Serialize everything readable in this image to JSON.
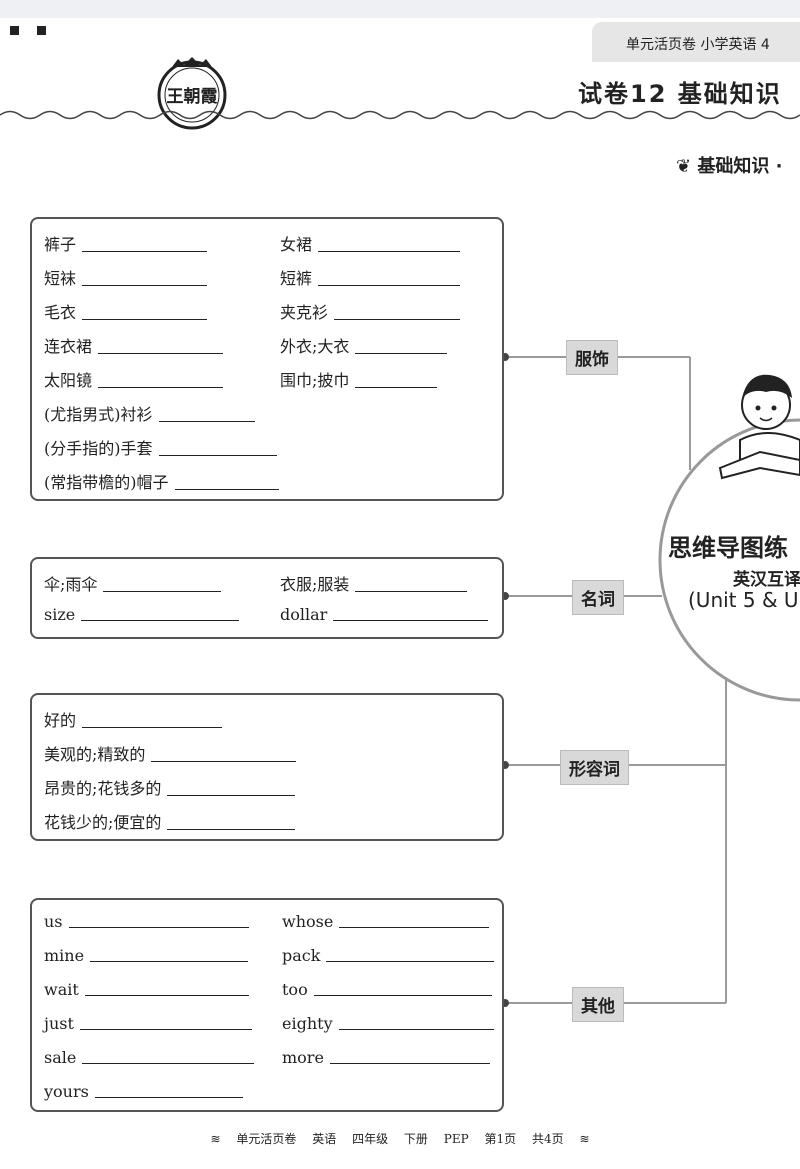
{
  "header": {
    "band_text": "单元活页卷  小学英语  4",
    "title": "试卷12   基础知识",
    "section": "基础知识 ·"
  },
  "logo": {
    "name": "王朝霞"
  },
  "mindmap": {
    "center_title": "思维导图练",
    "center_sub1": "英汉互译",
    "center_sub2": "(Unit 5 & U"
  },
  "groups": {
    "clothing": {
      "tag": "服饰",
      "left": [
        "裤子",
        "短袜",
        "毛衣",
        "连衣裙",
        "太阳镜"
      ],
      "right": [
        "女裙",
        "短裤",
        "夹克衫",
        "外衣;大衣",
        "围巾;披巾"
      ],
      "long": [
        "(尤指男式)衬衫",
        "(分手指的)手套",
        "(常指带檐的)帽子"
      ]
    },
    "nouns": {
      "tag": "名词",
      "left": [
        "伞;雨伞",
        "size"
      ],
      "right": [
        "衣服;服装",
        "dollar"
      ]
    },
    "adjectives": {
      "tag": "形容词",
      "items": [
        "好的",
        "美观的;精致的",
        "昂贵的;花钱多的",
        "花钱少的;便宜的"
      ]
    },
    "others": {
      "tag": "其他",
      "left": [
        "us",
        "mine",
        "wait",
        "just",
        "sale",
        "yours"
      ],
      "right": [
        "whose",
        "pack",
        "too",
        "eighty",
        "more"
      ]
    }
  },
  "footer": {
    "book": "单元活页卷",
    "subject": "英语",
    "grade": "四年级",
    "volume": "下册",
    "edition": "PEP",
    "page": "第1页",
    "total": "共4页"
  }
}
